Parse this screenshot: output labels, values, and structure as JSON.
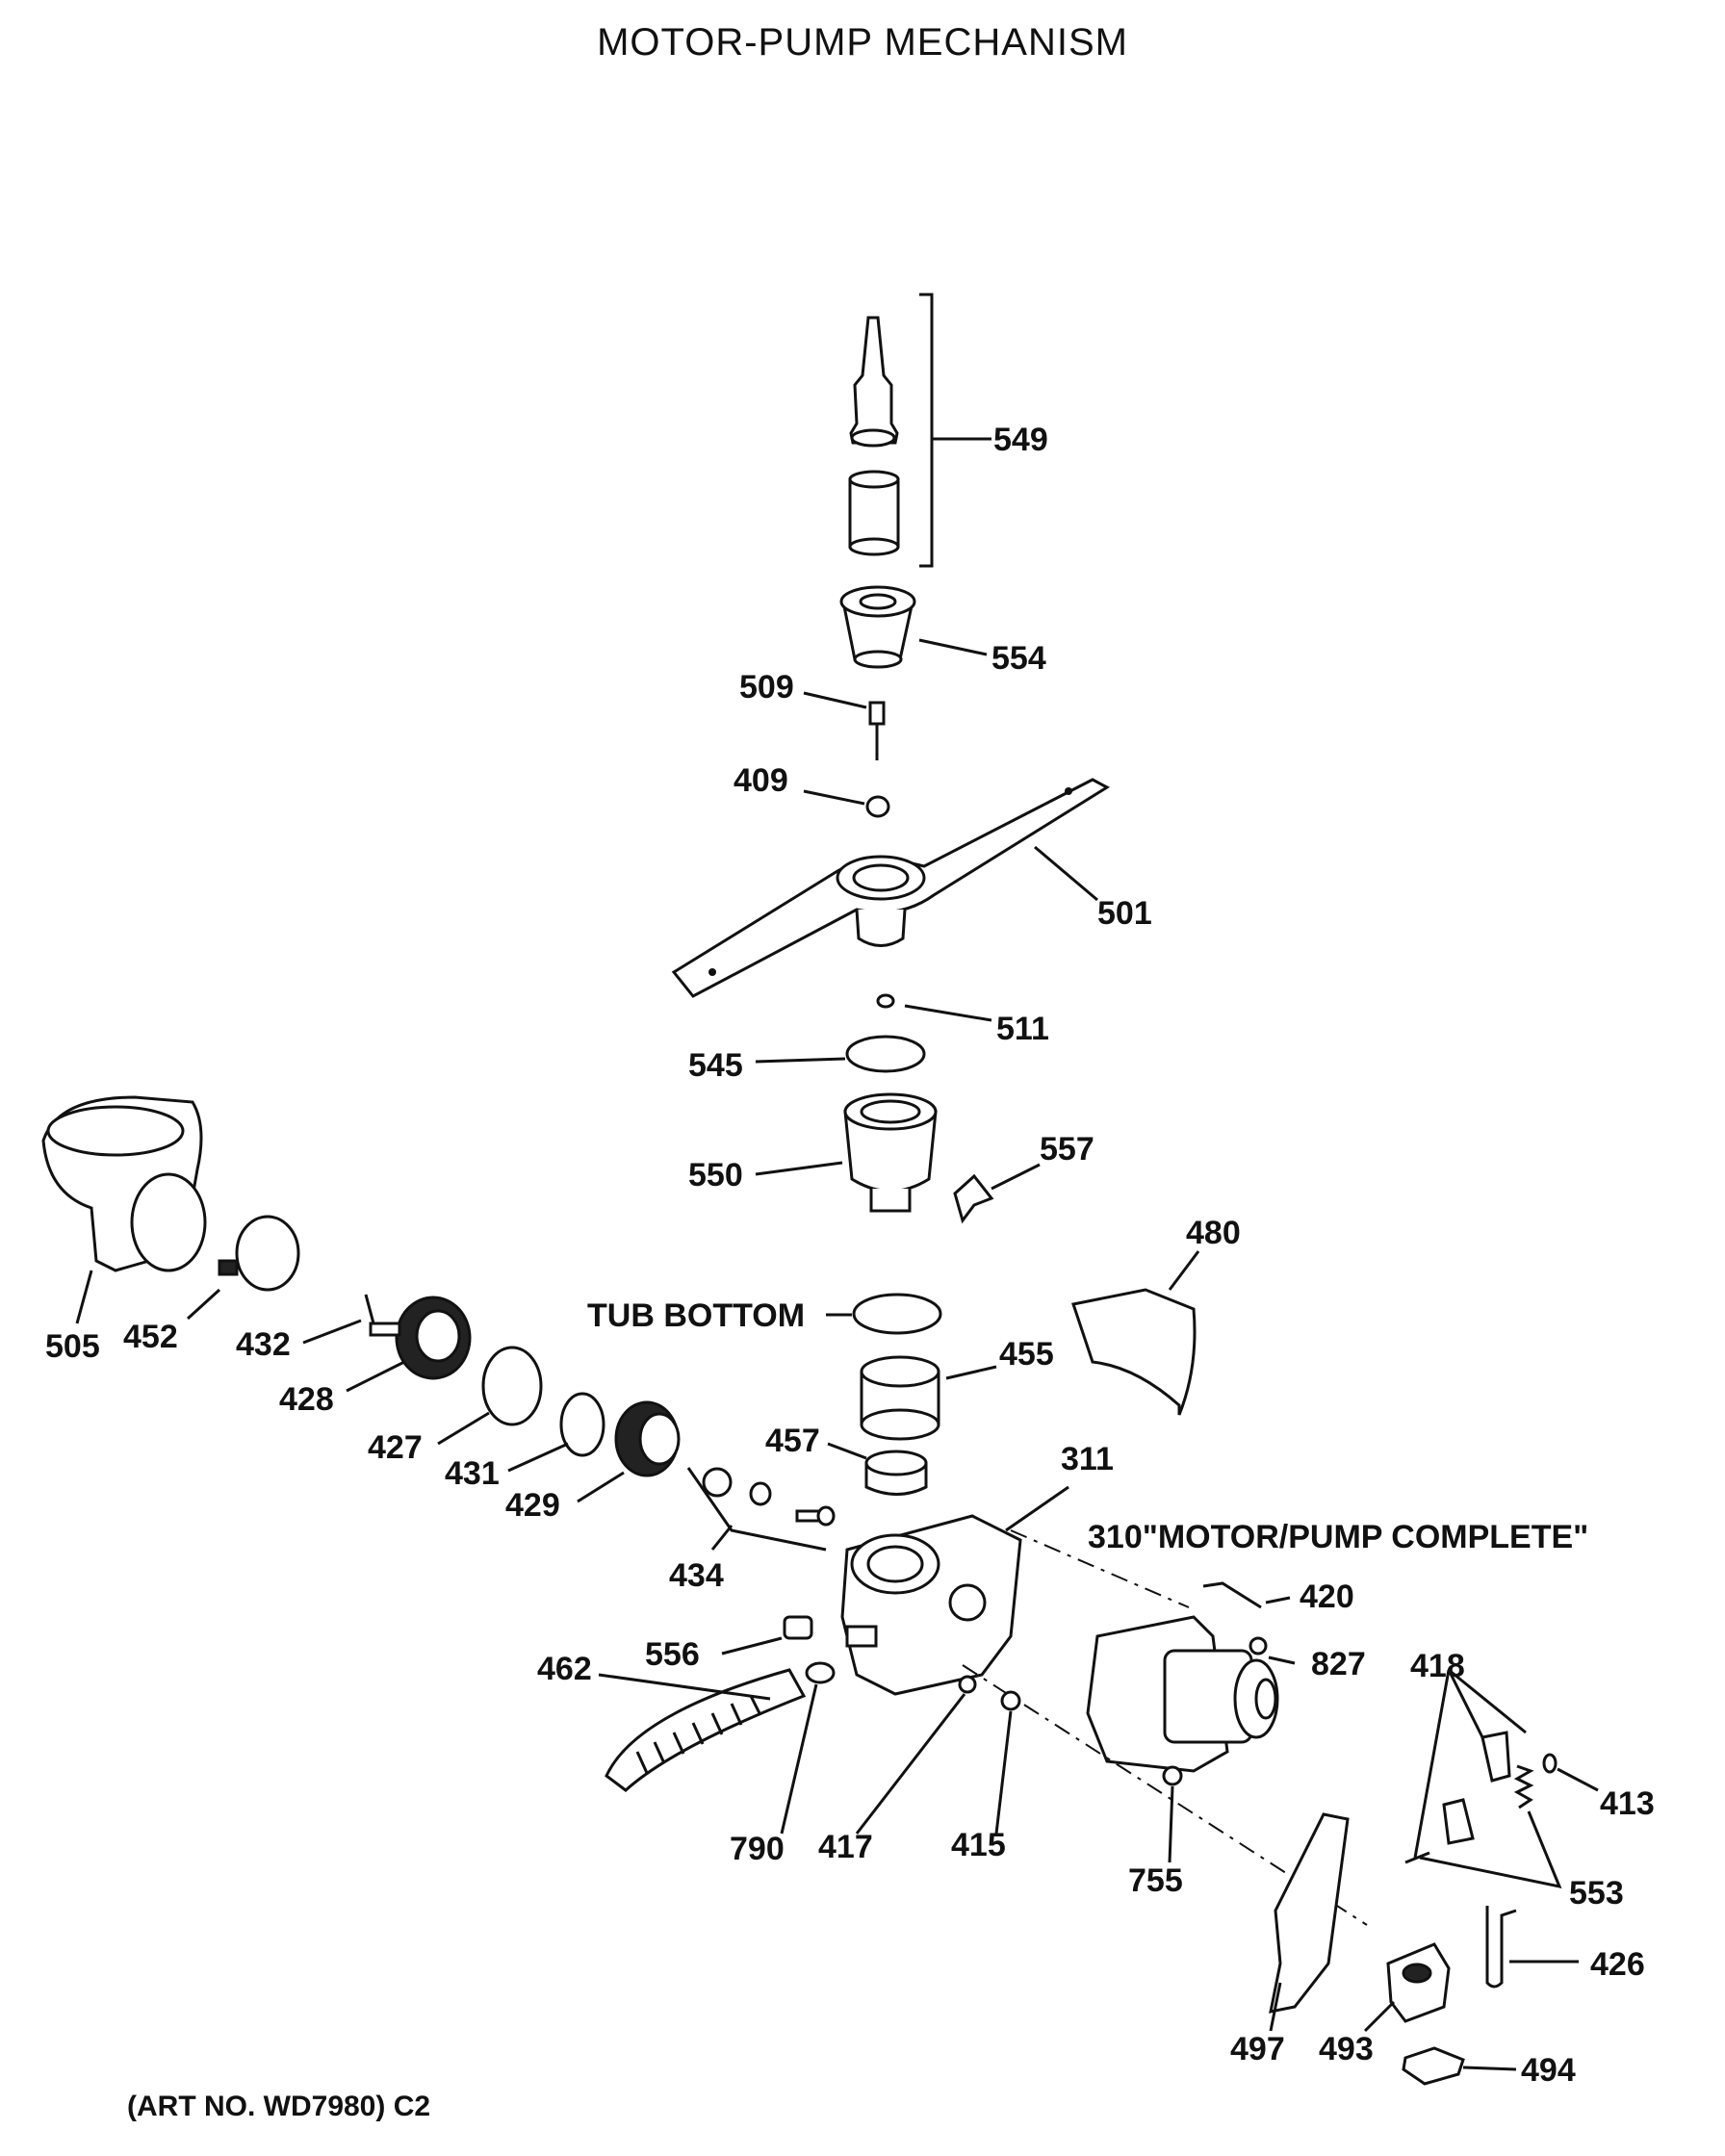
{
  "title": "MOTOR-PUMP MECHANISM",
  "art_number": "(ART NO. WD7980) C2",
  "annotations": {
    "tub_bottom": "TUB BOTTOM",
    "motor_pump_complete": "310\"MOTOR/PUMP COMPLETE\""
  },
  "parts": [
    {
      "id": "549"
    },
    {
      "id": "554"
    },
    {
      "id": "509"
    },
    {
      "id": "409"
    },
    {
      "id": "501"
    },
    {
      "id": "511"
    },
    {
      "id": "545"
    },
    {
      "id": "550"
    },
    {
      "id": "557"
    },
    {
      "id": "480"
    },
    {
      "id": "505"
    },
    {
      "id": "452"
    },
    {
      "id": "432"
    },
    {
      "id": "428"
    },
    {
      "id": "427"
    },
    {
      "id": "431"
    },
    {
      "id": "429"
    },
    {
      "id": "455"
    },
    {
      "id": "457"
    },
    {
      "id": "311"
    },
    {
      "id": "434"
    },
    {
      "id": "420"
    },
    {
      "id": "827"
    },
    {
      "id": "418"
    },
    {
      "id": "462"
    },
    {
      "id": "556"
    },
    {
      "id": "790"
    },
    {
      "id": "417"
    },
    {
      "id": "415"
    },
    {
      "id": "755"
    },
    {
      "id": "413"
    },
    {
      "id": "553"
    },
    {
      "id": "426"
    },
    {
      "id": "497"
    },
    {
      "id": "493"
    },
    {
      "id": "494"
    }
  ]
}
